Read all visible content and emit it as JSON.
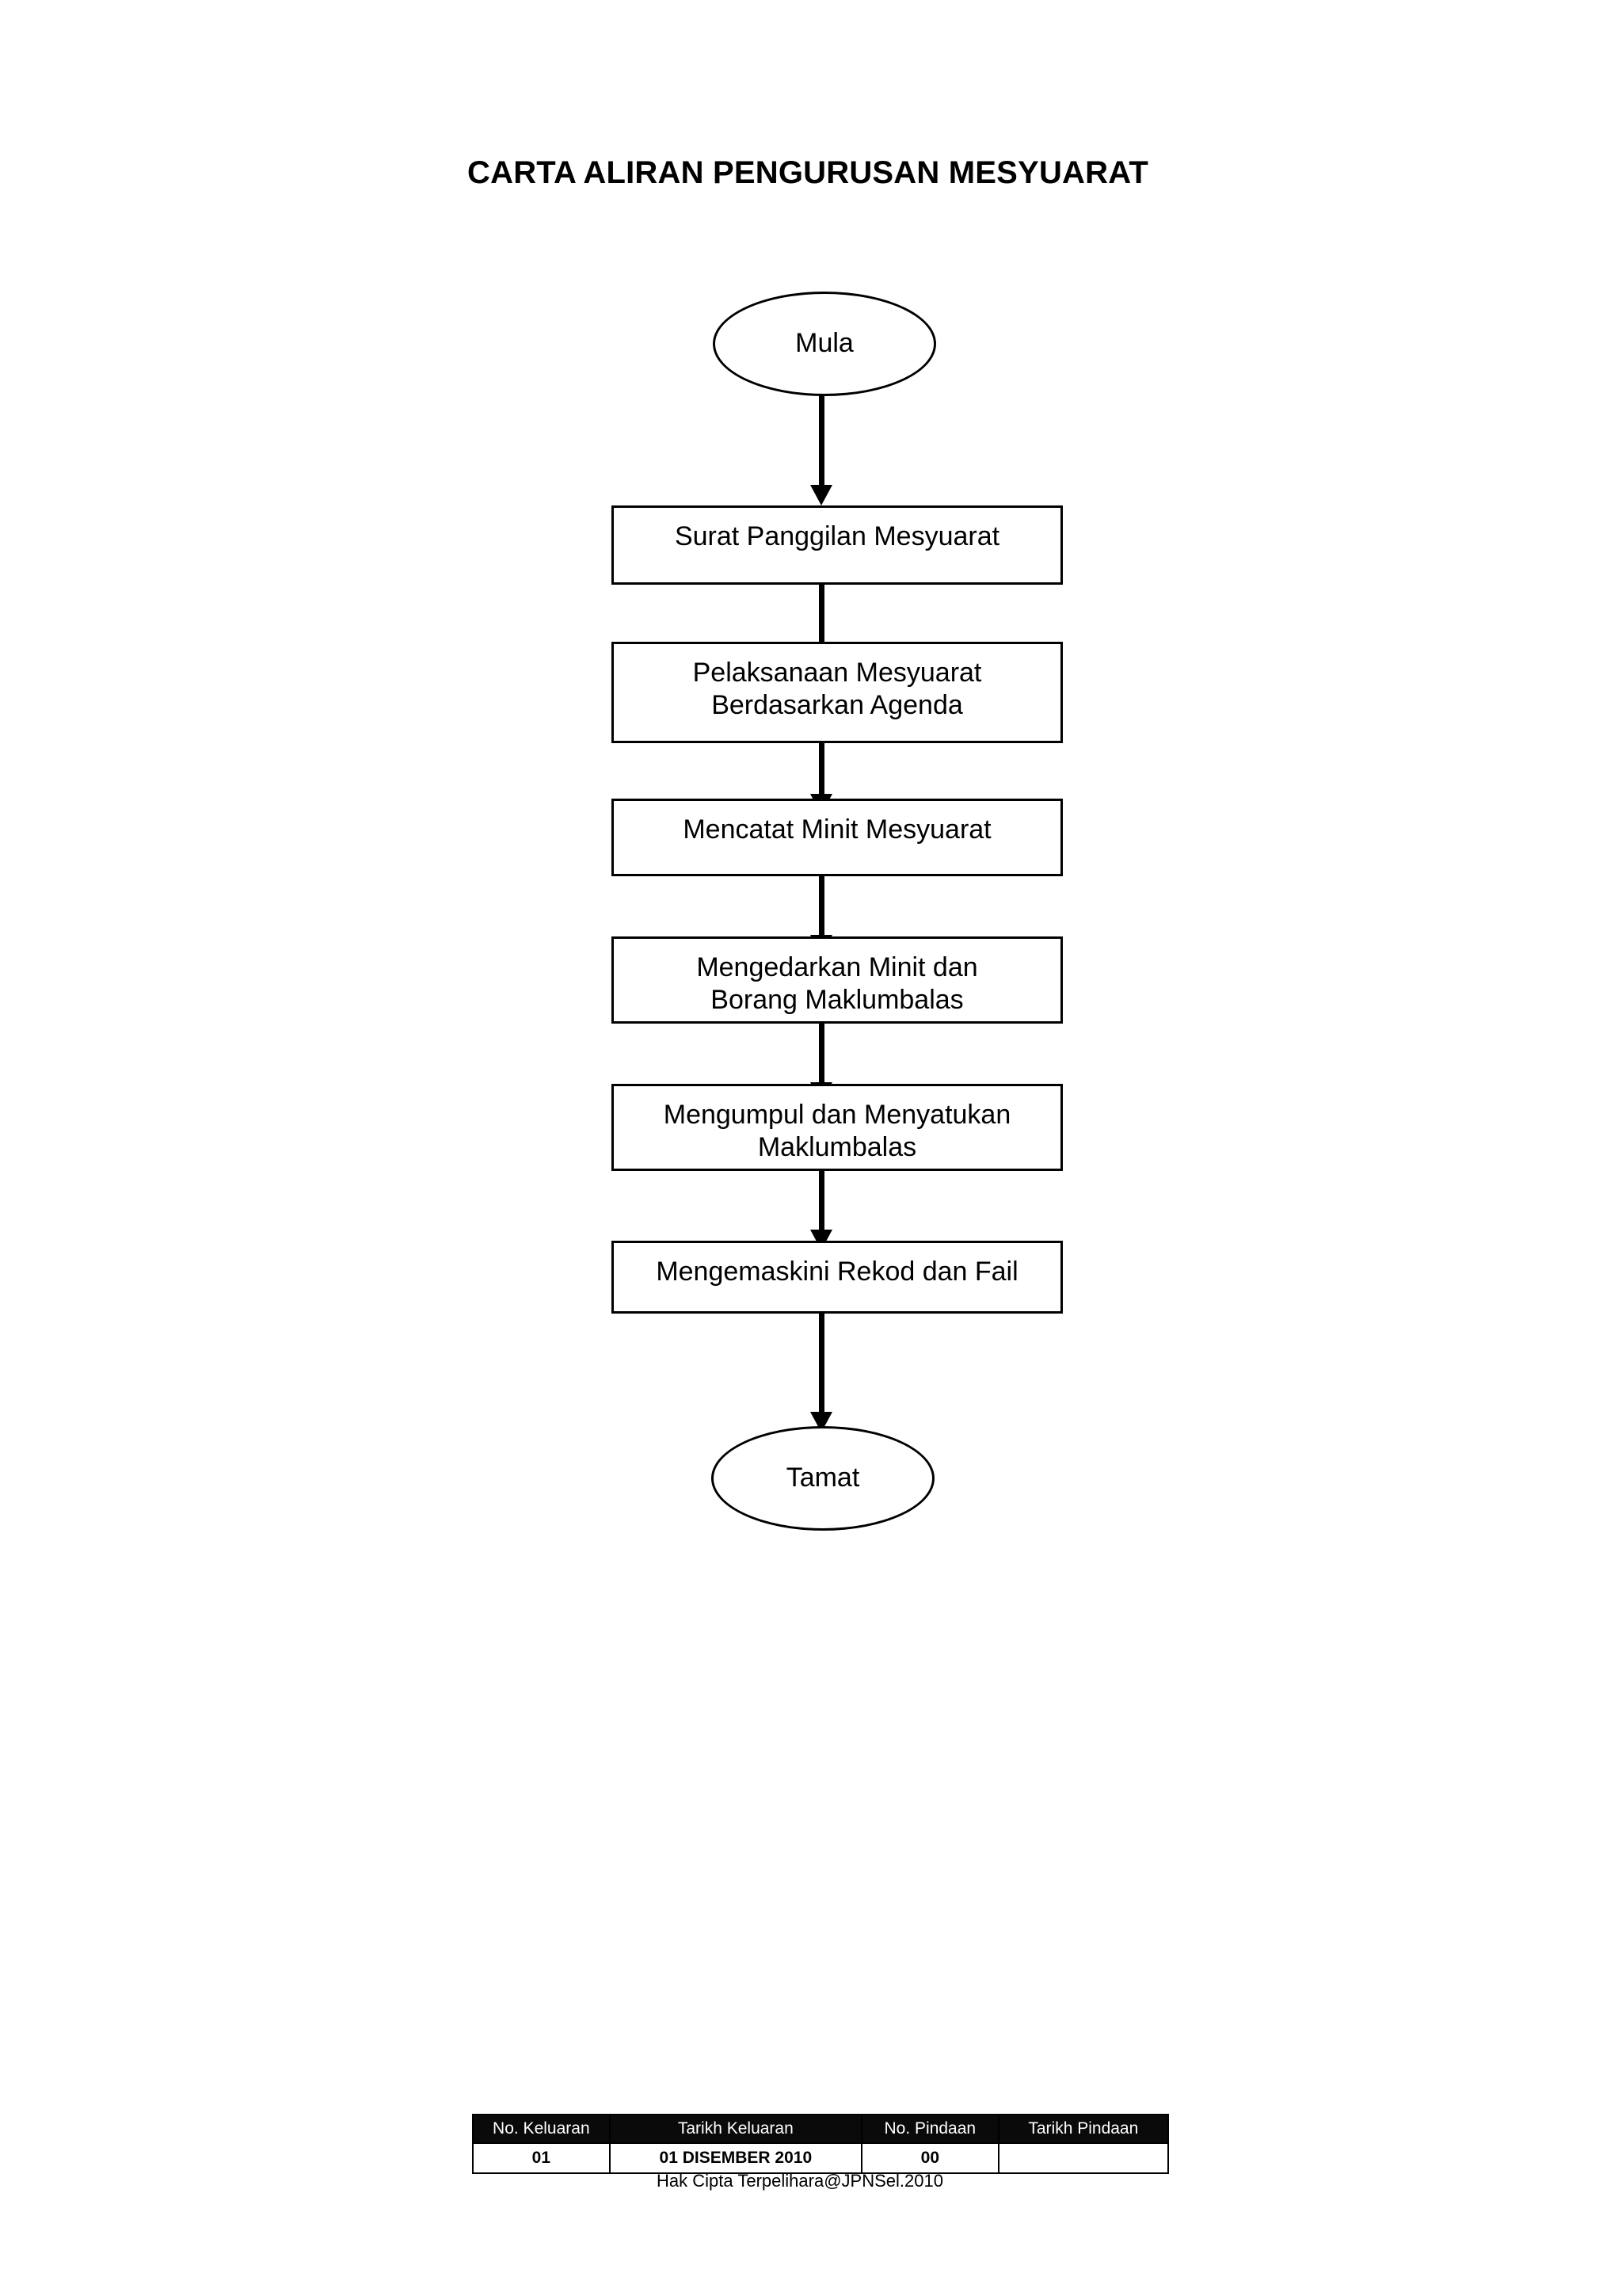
{
  "document": {
    "title": "CARTA ALIRAN PENGURUSAN MESYUARAT"
  },
  "flowchart": {
    "type": "flowchart",
    "orientation": "vertical",
    "nodes": [
      {
        "id": "start",
        "shape": "ellipse",
        "label": "Mula"
      },
      {
        "id": "step1",
        "shape": "rectangle",
        "label": "Surat Panggilan Mesyuarat"
      },
      {
        "id": "step2",
        "shape": "rectangle",
        "label": "Pelaksanaan Mesyuarat\nBerdasarkan Agenda"
      },
      {
        "id": "step3",
        "shape": "rectangle",
        "label": "Mencatat Minit Mesyuarat"
      },
      {
        "id": "step4",
        "shape": "rectangle",
        "label": "Mengedarkan Minit dan\nBorang Maklumbalas"
      },
      {
        "id": "step5",
        "shape": "rectangle",
        "label": "Mengumpul dan Menyatukan\nMaklumbalas"
      },
      {
        "id": "step6",
        "shape": "rectangle",
        "label": "Mengemaskini Rekod dan Fail"
      },
      {
        "id": "end",
        "shape": "ellipse",
        "label": "Tamat"
      }
    ],
    "edges": [
      {
        "from": "start",
        "to": "step1"
      },
      {
        "from": "step1",
        "to": "step2"
      },
      {
        "from": "step2",
        "to": "step3"
      },
      {
        "from": "step3",
        "to": "step4"
      },
      {
        "from": "step4",
        "to": "step5"
      },
      {
        "from": "step5",
        "to": "step6"
      },
      {
        "from": "step6",
        "to": "end"
      }
    ]
  },
  "footer": {
    "revision_table": {
      "headers": [
        "No. Keluaran",
        "Tarikh Keluaran",
        "No. Pindaan",
        "Tarikh Pindaan"
      ],
      "rows": [
        [
          "01",
          "01 DISEMBER  2010",
          "00",
          ""
        ]
      ]
    },
    "copyright": "Hak Cipta Terpelihara@JPNSel.2010"
  },
  "colors": {
    "ink": "#000000",
    "paper": "#ffffff",
    "table_header_bg": "#0a0a0a",
    "table_header_fg": "#ffffff"
  }
}
